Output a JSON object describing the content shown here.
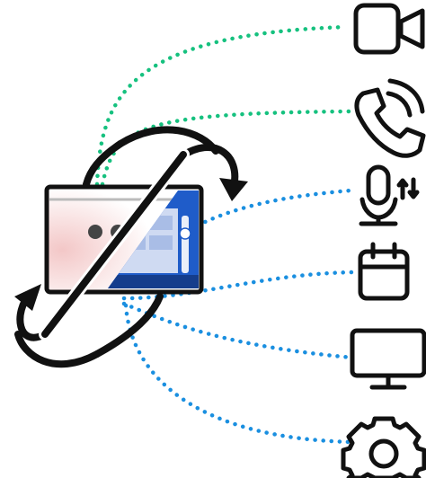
{
  "diagram": {
    "colors": {
      "background": "#ffffff",
      "ink": "#111111",
      "green_link": "#16c17f",
      "blue_link": "#1a8fe0",
      "panel_blue": "#1f5cc9",
      "panel_light": "#cfdaf2",
      "window_tint": "#f3c7c7",
      "dots": "#444444"
    },
    "hub": {
      "icon": "sync-window-icon",
      "parts": [
        "app-window",
        "sliding-panel",
        "sync-arrows"
      ]
    },
    "endpoints": [
      {
        "icon": "video-camera-icon",
        "link_color": "green"
      },
      {
        "icon": "phone-call-icon",
        "link_color": "green"
      },
      {
        "icon": "microphone-settings-icon",
        "link_color": "blue"
      },
      {
        "icon": "calendar-icon",
        "link_color": "blue"
      },
      {
        "icon": "monitor-icon",
        "link_color": "blue"
      },
      {
        "icon": "gear-icon",
        "link_color": "blue"
      }
    ]
  }
}
